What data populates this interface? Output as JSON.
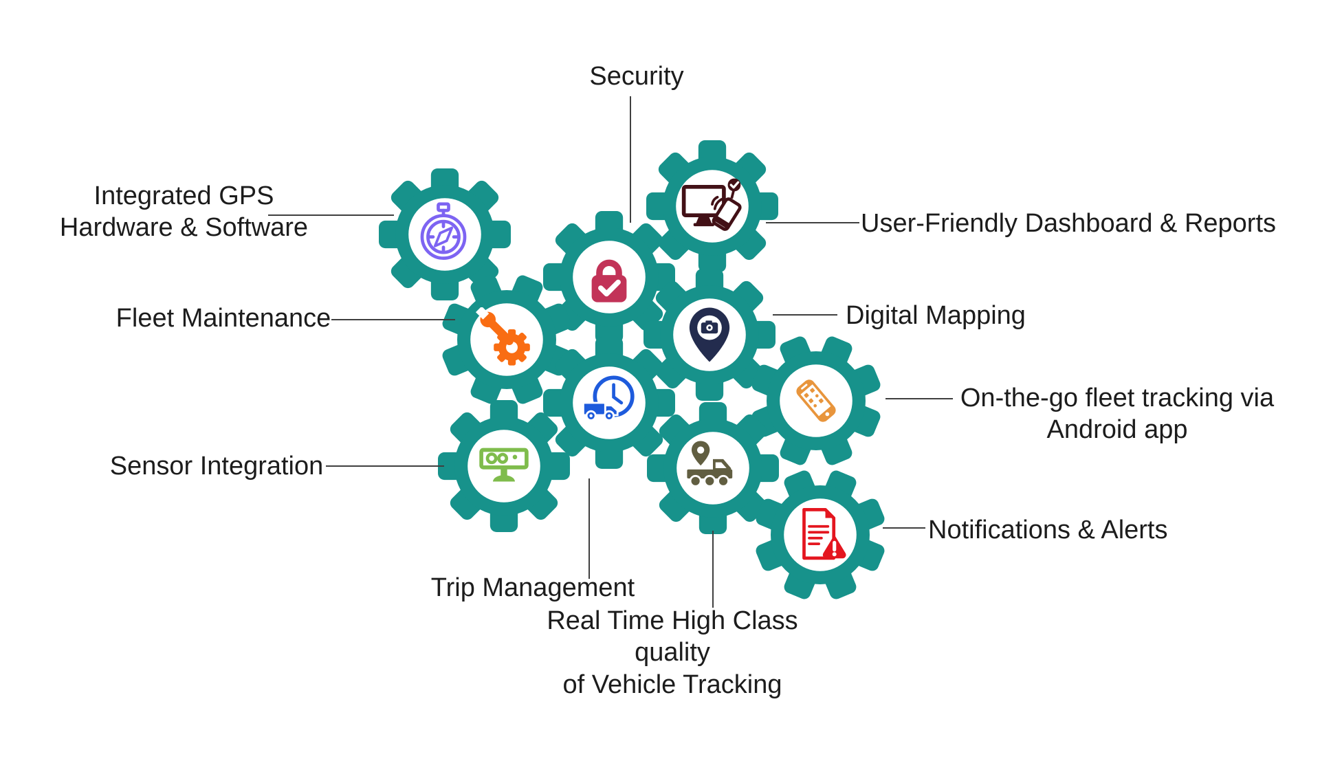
{
  "diagram": {
    "gear_color": "#17928b",
    "line_color": "#3f3f3f",
    "text_color": "#1c1c1c",
    "nodes": [
      {
        "id": "security",
        "label": "Security",
        "icon": "padlock-check-icon",
        "icon_color": "#c23358"
      },
      {
        "id": "integrated-gps",
        "label": "Integrated GPS\nHardware & Software",
        "icon": "compass-icon",
        "icon_color": "#7d64f2"
      },
      {
        "id": "dashboard-reports",
        "label": "User-Friendly Dashboard & Reports",
        "icon": "monitor-phone-check-icon",
        "icon_color": "#421016"
      },
      {
        "id": "fleet-maintenance",
        "label": "Fleet Maintenance",
        "icon": "gear-wrench-icon",
        "icon_color": "#f96d13"
      },
      {
        "id": "digital-mapping",
        "label": "Digital Mapping",
        "icon": "map-pin-camera-icon",
        "icon_color": "#232c4e"
      },
      {
        "id": "trip-management",
        "label": "Trip Management",
        "icon": "truck-clock-icon",
        "icon_color": "#1e5bdc"
      },
      {
        "id": "android-tracking",
        "label": "On-the-go fleet tracking via\nAndroid app",
        "icon": "smartphone-apps-icon",
        "icon_color": "#e8953c"
      },
      {
        "id": "sensor-integration",
        "label": "Sensor Integration",
        "icon": "sensor-device-icon",
        "icon_color": "#7fbc4c"
      },
      {
        "id": "realtime-tracking",
        "label": "Real Time High Class quality\nof Vehicle Tracking",
        "icon": "truck-location-pin-icon",
        "icon_color": "#615e41"
      },
      {
        "id": "notifications-alerts",
        "label": "Notifications & Alerts",
        "icon": "document-alert-icon",
        "icon_color": "#e4161f"
      }
    ]
  }
}
